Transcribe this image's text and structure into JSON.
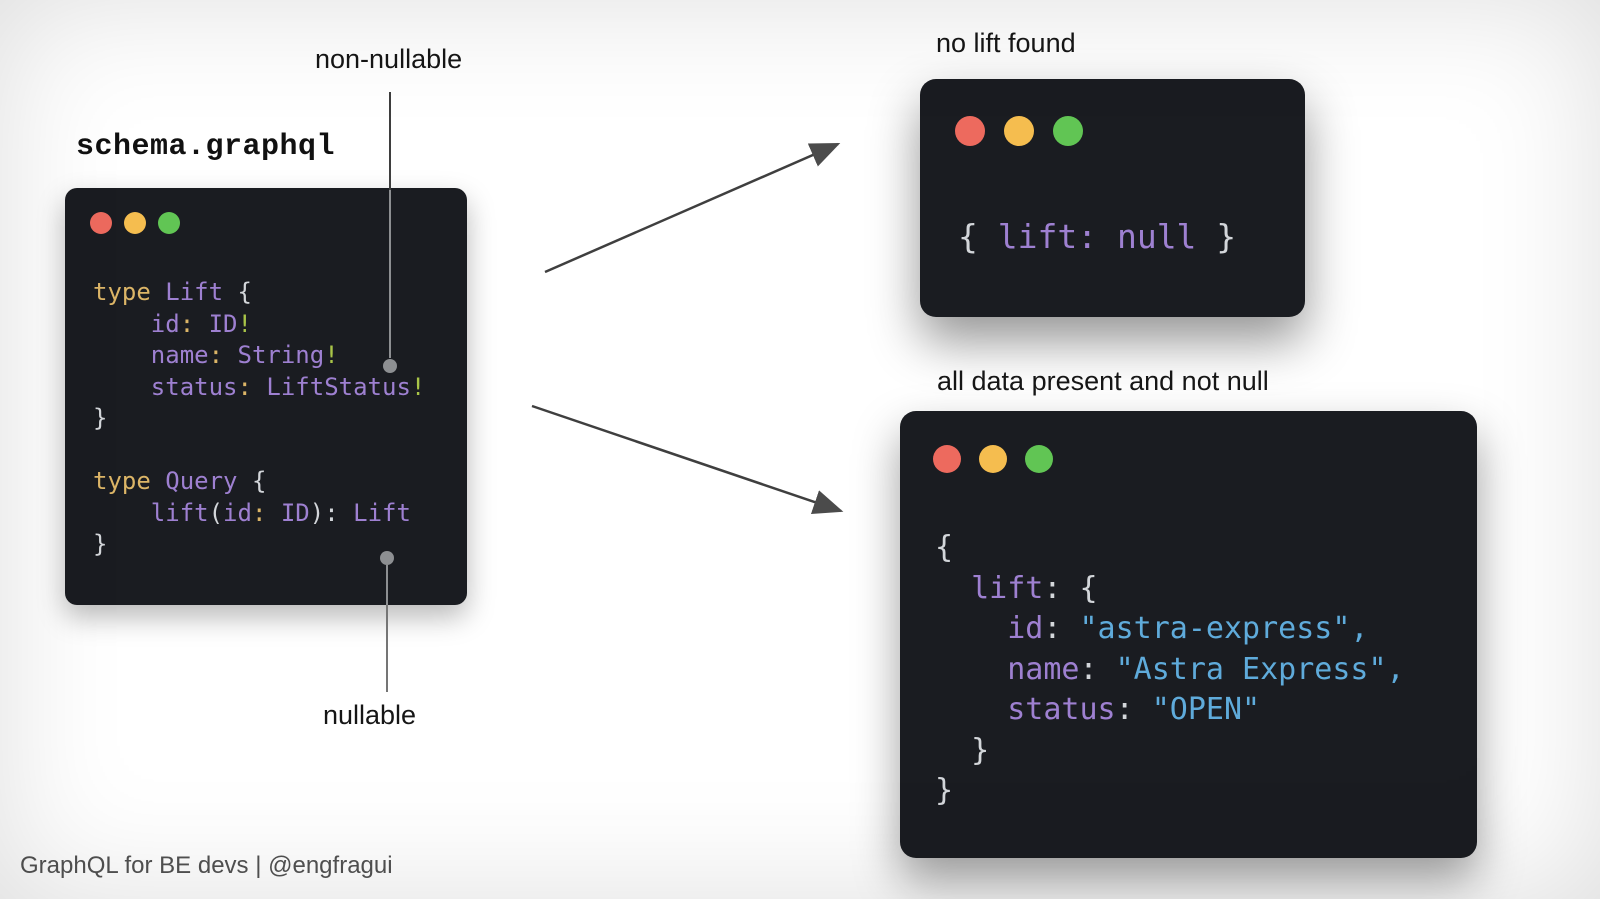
{
  "title": "schema.graphql",
  "annotations": {
    "non_nullable": "non-nullable",
    "nullable": "nullable"
  },
  "results": {
    "null_label": "no lift found",
    "full_label": "all data present and not null"
  },
  "footer": "GraphQL for BE devs | @engfragui",
  "icons": {
    "traffic_lights": [
      "red-close-circle",
      "yellow-minimize-circle",
      "green-maximize-circle"
    ],
    "arrows": [
      "arrow-to-null-result",
      "arrow-to-full-result"
    ],
    "connectors": [
      "non-nullable-pointer-line",
      "nullable-pointer-line"
    ]
  },
  "colors": {
    "window-bg": "#1a1c21",
    "light-red": "#ed6a5e",
    "light-yellow": "#f5bd4f",
    "light-green": "#61c554",
    "code-yellow": "#dcb567",
    "code-purple": "#9e80d1",
    "code-gray": "#d3d6da",
    "code-green": "#a9c548",
    "code-blue": "#5fabdb",
    "label-text": "#161616",
    "footer-text": "#525252",
    "arrow": "#3f3f3f",
    "connector-dark": "#3e3e3e",
    "connector-light": "#8d8f92"
  },
  "windows": {
    "schema": {
      "lines": [
        [
          {
            "t": "type ",
            "c": "yellow"
          },
          {
            "t": "Lift ",
            "c": "purple"
          },
          {
            "t": "{",
            "c": "gray"
          }
        ],
        [
          {
            "t": "    id",
            "c": "purple"
          },
          {
            "t": ":",
            "c": "yellow"
          },
          {
            "t": " ID",
            "c": "purple"
          },
          {
            "t": "!",
            "c": "green"
          }
        ],
        [
          {
            "t": "    name",
            "c": "purple"
          },
          {
            "t": ":",
            "c": "yellow"
          },
          {
            "t": " String",
            "c": "purple"
          },
          {
            "t": "!",
            "c": "green"
          }
        ],
        [
          {
            "t": "    status",
            "c": "purple"
          },
          {
            "t": ":",
            "c": "yellow"
          },
          {
            "t": " LiftStatus",
            "c": "purple"
          },
          {
            "t": "!",
            "c": "green"
          }
        ],
        [
          {
            "t": "}",
            "c": "gray"
          }
        ],
        [],
        [
          {
            "t": "type ",
            "c": "yellow"
          },
          {
            "t": "Query ",
            "c": "purple"
          },
          {
            "t": "{",
            "c": "gray"
          }
        ],
        [
          {
            "t": "    lift",
            "c": "purple"
          },
          {
            "t": "(",
            "c": "gray"
          },
          {
            "t": "id",
            "c": "purple"
          },
          {
            "t": ":",
            "c": "yellow"
          },
          {
            "t": " ID",
            "c": "purple"
          },
          {
            "t": ")",
            "c": "gray"
          },
          {
            "t": ":",
            "c": "gray"
          },
          {
            "t": " Lift",
            "c": "purple"
          }
        ],
        [
          {
            "t": "}",
            "c": "gray"
          }
        ]
      ]
    },
    "null_result": {
      "lines": [
        [
          {
            "t": "{ ",
            "c": "gray"
          },
          {
            "t": "lift: null",
            "c": "purple"
          },
          {
            "t": " }",
            "c": "gray"
          }
        ]
      ]
    },
    "full_result": {
      "lines": [
        [
          {
            "t": "{",
            "c": "gray"
          }
        ],
        [
          {
            "t": "  lift",
            "c": "purple"
          },
          {
            "t": ": {",
            "c": "gray"
          }
        ],
        [
          {
            "t": "    id",
            "c": "purple"
          },
          {
            "t": ": ",
            "c": "gray"
          },
          {
            "t": "\"astra-express\",",
            "c": "blue"
          }
        ],
        [
          {
            "t": "    name",
            "c": "purple"
          },
          {
            "t": ": ",
            "c": "gray"
          },
          {
            "t": "\"Astra Express\",",
            "c": "blue"
          }
        ],
        [
          {
            "t": "    status",
            "c": "purple"
          },
          {
            "t": ": ",
            "c": "gray"
          },
          {
            "t": "\"OPEN\"",
            "c": "blue"
          }
        ],
        [
          {
            "t": "  }",
            "c": "gray"
          }
        ],
        [
          {
            "t": "}",
            "c": "gray"
          }
        ]
      ]
    }
  }
}
